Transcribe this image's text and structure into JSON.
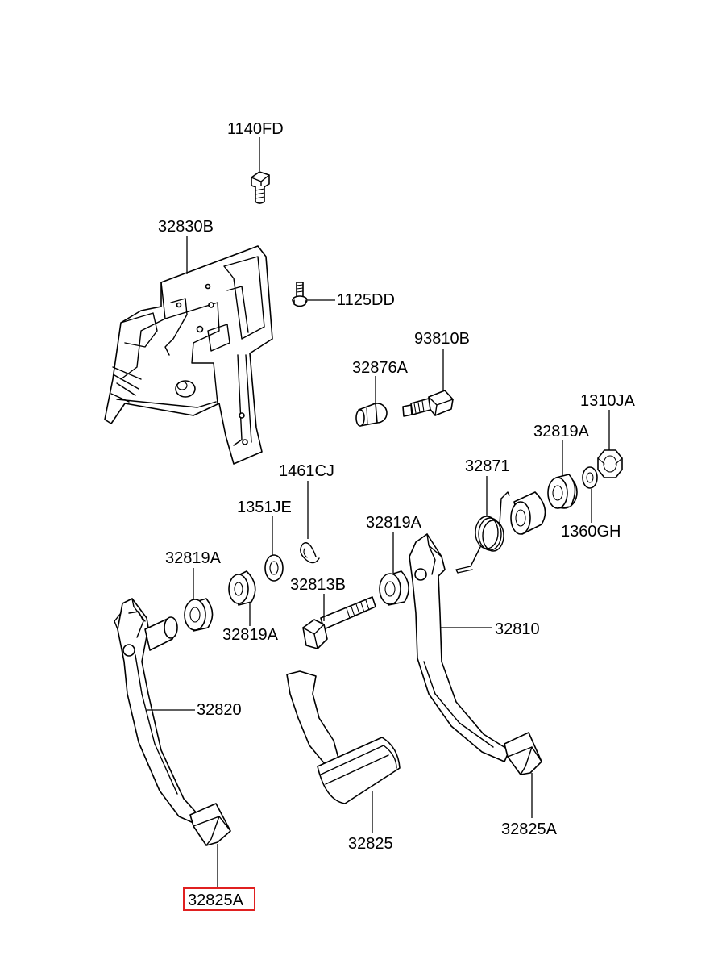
{
  "labels": {
    "l1140FD": "1140FD",
    "l32830B": "32830B",
    "l1125DD": "1125DD",
    "l93810B": "93810B",
    "l32876A": "32876A",
    "l1310JA": "1310JA",
    "l32819A_top": "32819A",
    "l32871": "32871",
    "l1461CJ": "1461CJ",
    "l1351JE": "1351JE",
    "l32819A_mid": "32819A",
    "l1360GH": "1360GH",
    "l32819A_left": "32819A",
    "l32813B": "32813B",
    "l32819A_lower": "32819A",
    "l32810": "32810",
    "l32820": "32820",
    "l32825": "32825",
    "l32825A_right": "32825A",
    "l32825A_left": "32825A"
  },
  "colors": {
    "line": "#000000",
    "highlight": "#e02020",
    "background": "#ffffff"
  },
  "highlighted_part": "32825A"
}
